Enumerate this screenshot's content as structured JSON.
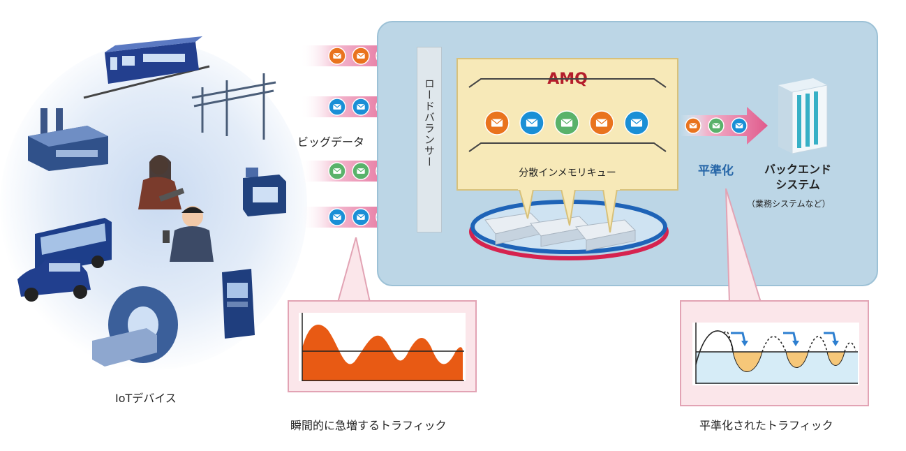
{
  "labels": {
    "iot_devices": "IoTデバイス",
    "big_data": "ビッグデータ",
    "load_balancer": "ロードバランサー",
    "amq_title": "AMQ",
    "amq_subtitle": "分散インメモリキュー",
    "leveling": "平準化",
    "backend_line1": "バックエンド",
    "backend_line2": "システム",
    "backend_note": "（業務システムなど）",
    "spike_caption": "瞬間的に急増するトラフィック",
    "leveled_caption": "平準化されたトラフィック"
  },
  "colors": {
    "panel": "#bcd6e6",
    "amq_box": "#f7e9b8",
    "amq_text": "#b41d2b",
    "leveling_text": "#2666a8",
    "arrow_pink": "#e05a8c",
    "msg_orange": "#e9731e",
    "msg_blue": "#1a8fd6",
    "msg_green": "#59b26a",
    "traffic_fill": "#e85a14",
    "leveled_fill": "#f6c779",
    "leveled_base": "#d6ecf7"
  },
  "arrow_rows": [
    [
      "msg_orange",
      "msg_orange",
      "msg_orange"
    ],
    [
      "msg_blue",
      "msg_blue",
      "msg_blue"
    ],
    [
      "msg_green",
      "msg_green",
      "msg_green"
    ],
    [
      "msg_blue",
      "msg_blue",
      "msg_blue"
    ]
  ],
  "queue_messages": [
    "msg_orange",
    "msg_blue",
    "msg_green",
    "msg_orange",
    "msg_blue"
  ],
  "output_messages": [
    "msg_orange",
    "msg_green",
    "msg_blue"
  ],
  "devices": [
    "train-icon",
    "power-pole-icon",
    "factory-icon",
    "woman-tablet-icon",
    "man-phone-icon",
    "cash-register-icon",
    "bus-icon",
    "car-icon",
    "mri-icon",
    "atm-icon"
  ]
}
